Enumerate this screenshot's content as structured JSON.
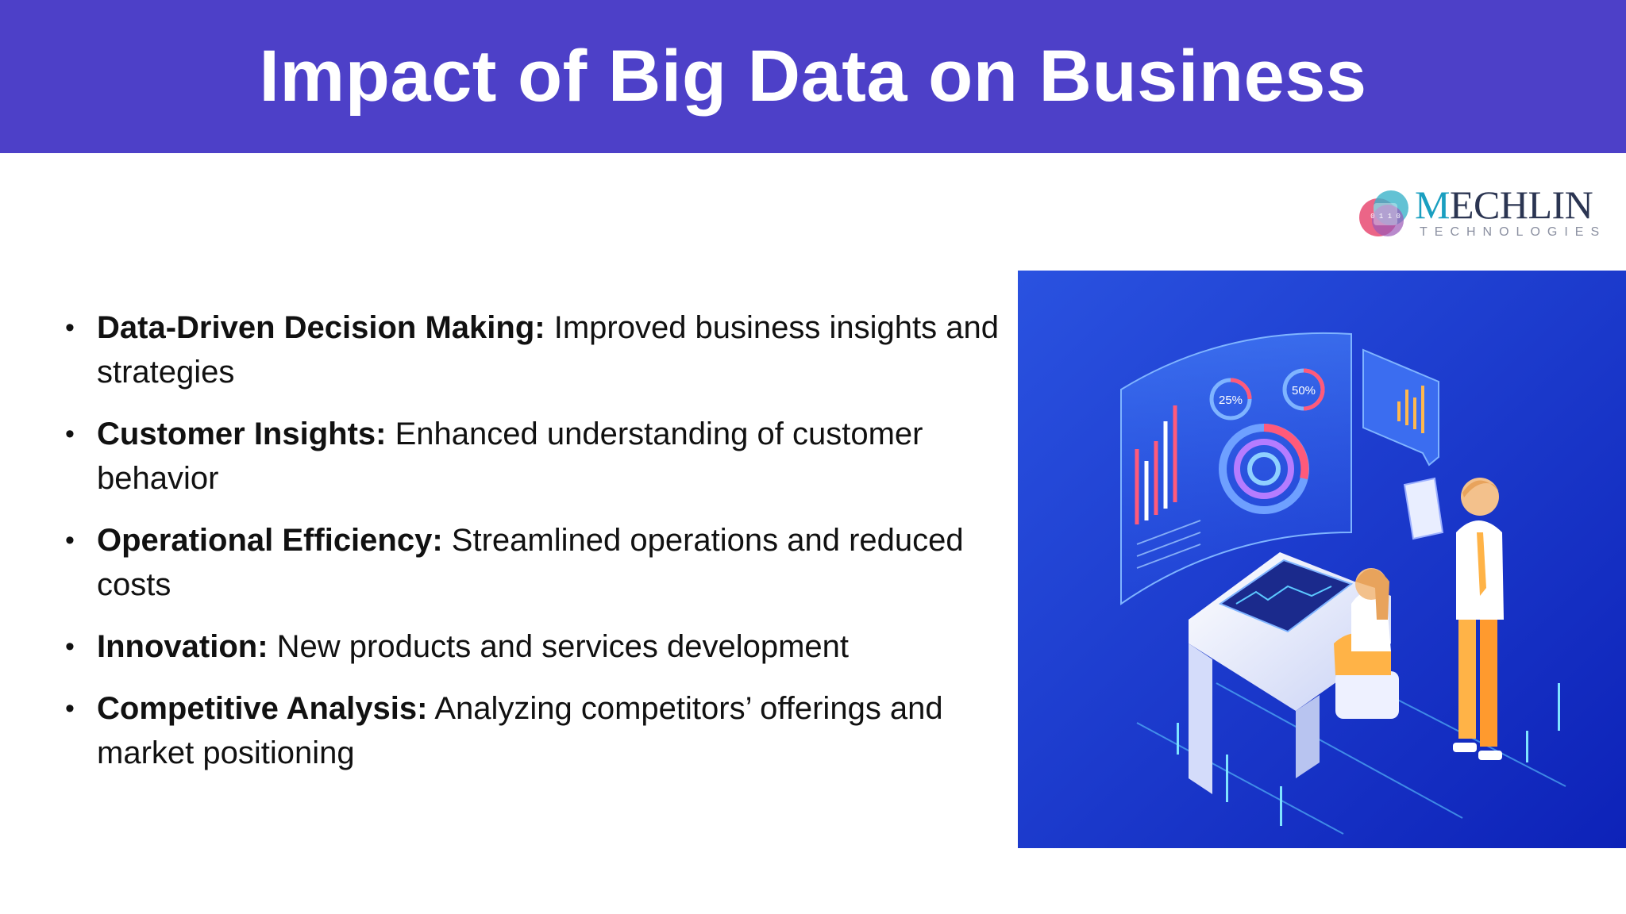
{
  "slide": {
    "title": "Impact of Big Data on Business"
  },
  "logo": {
    "name_first": "M",
    "name_rest": "ECHLIN",
    "tagline": "TECHNOLOGIES",
    "mark_digits": "0 1 1 0"
  },
  "bullets": [
    {
      "term": "Data-Driven Decision Making:",
      "text": "Improved business insights and strategies"
    },
    {
      "term": "Customer Insights:",
      "text": "Enhanced understanding of customer behavior"
    },
    {
      "term": "Operational Efficiency:",
      "text": "Streamlined operations and reduced costs"
    },
    {
      "term": "Innovation:",
      "text": "New products and services development"
    },
    {
      "term": "Competitive Analysis:",
      "text": "Analyzing competitors’ offerings and market positioning"
    }
  ],
  "illustration": {
    "gauge_1": "25%",
    "gauge_2": "50%"
  },
  "colors": {
    "title_bar": "#4d40c8",
    "title_text": "#ffffff",
    "body_text": "#111111",
    "illustration_bg": "#1f3fd4",
    "logo_name": "#2b3552",
    "logo_accent": "#1a9fc0"
  }
}
